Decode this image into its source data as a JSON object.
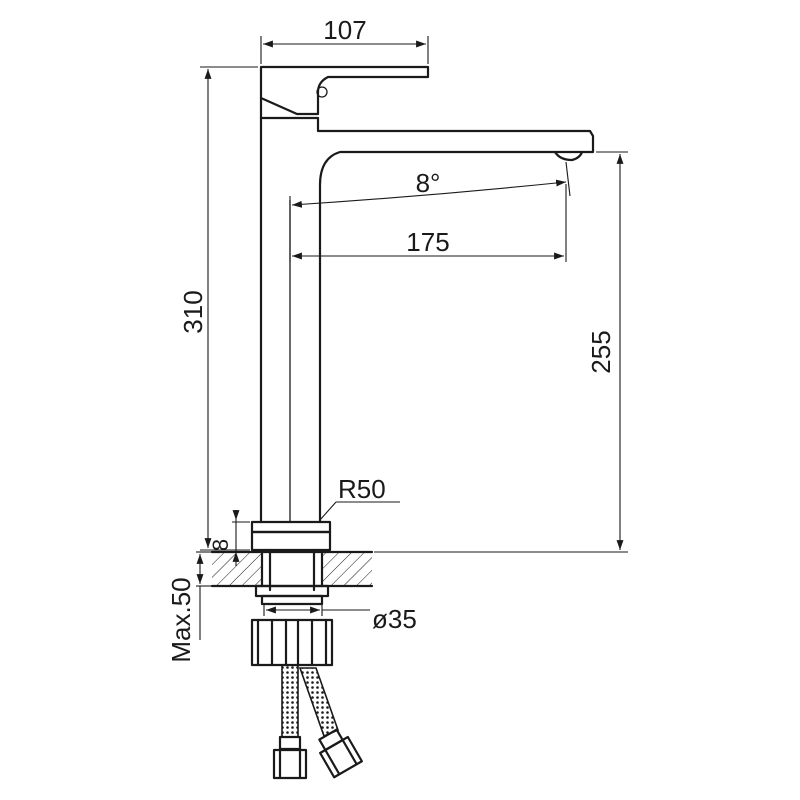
{
  "dimensions": {
    "handle_width": "107",
    "total_height": "310",
    "spout_height": "255",
    "spout_angle": "8°",
    "spout_reach": "175",
    "base_radius": "R50",
    "base_thickness": "8",
    "max_deck": "Max.50",
    "shank_diameter": "ø35"
  },
  "colors": {
    "line": "#1a1a1a",
    "background": "#ffffff"
  }
}
